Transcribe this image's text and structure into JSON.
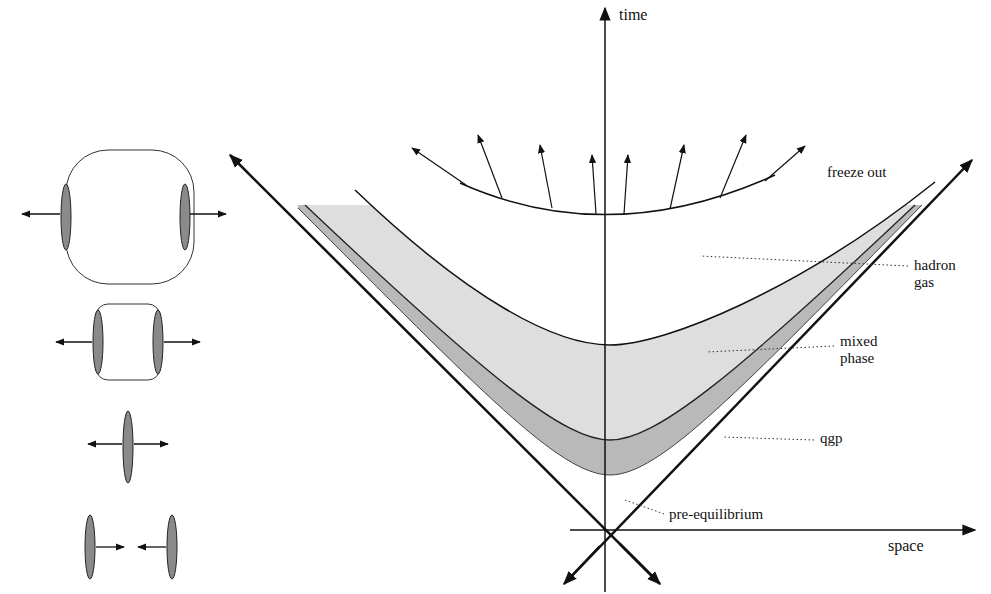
{
  "diagram": {
    "labels": [
      "time",
      "space",
      "freeze out",
      "hadron gas",
      "mixed phase",
      "qgp",
      "pre-equilibrium"
    ]
  }
}
